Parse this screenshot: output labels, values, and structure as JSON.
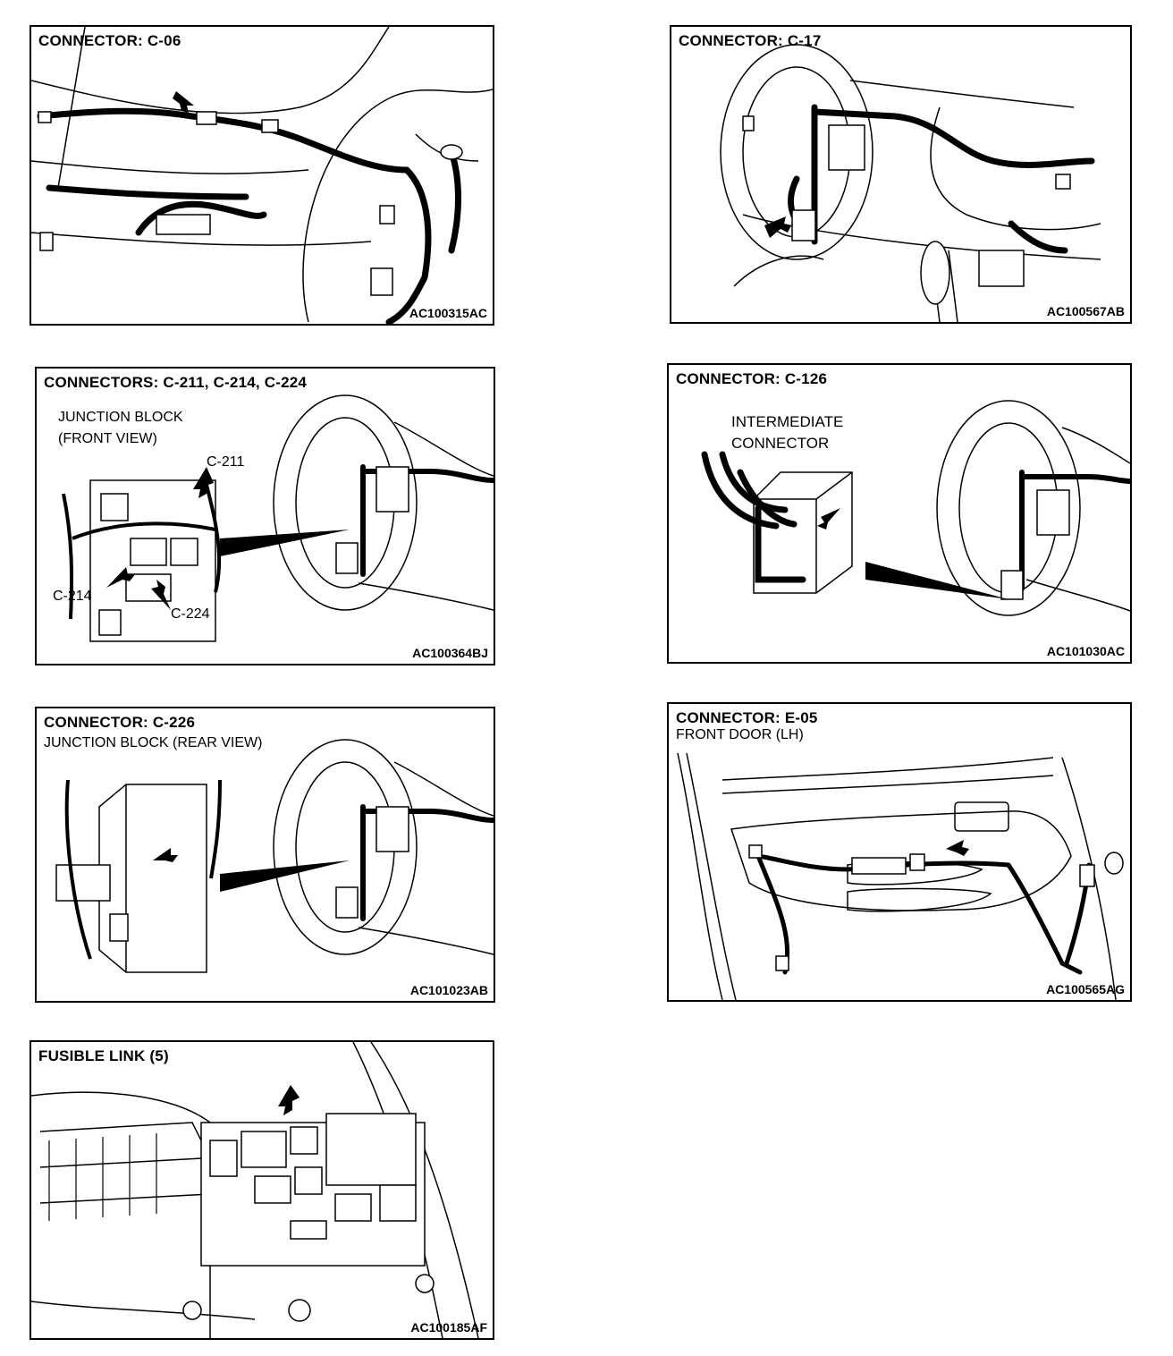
{
  "panels": {
    "c06": {
      "title": "CONNECTOR: C-06",
      "code": "AC100315AC"
    },
    "c17": {
      "title": "CONNECTOR: C-17",
      "code": "AC100567AB"
    },
    "c211": {
      "title": "CONNECTORS: C-211, C-214, C-224",
      "subtitle_1": "JUNCTION BLOCK",
      "subtitle_2": "(FRONT VIEW)",
      "label_a": "C-211",
      "label_b": "C-214",
      "label_c": "C-224",
      "code": "AC100364BJ"
    },
    "c126": {
      "title": "CONNECTOR: C-126",
      "label_1": "INTERMEDIATE",
      "label_2": "CONNECTOR",
      "code": "AC101030AC"
    },
    "c226": {
      "title": "CONNECTOR: C-226",
      "subtitle": "JUNCTION BLOCK (REAR VIEW)",
      "code": "AC101023AB"
    },
    "e05": {
      "title": "CONNECTOR: E-05",
      "subtitle": "FRONT DOOR (LH)",
      "code": "AC100565AG"
    },
    "fusible": {
      "title": "FUSIBLE LINK (5)",
      "code": "AC100185AF"
    }
  }
}
